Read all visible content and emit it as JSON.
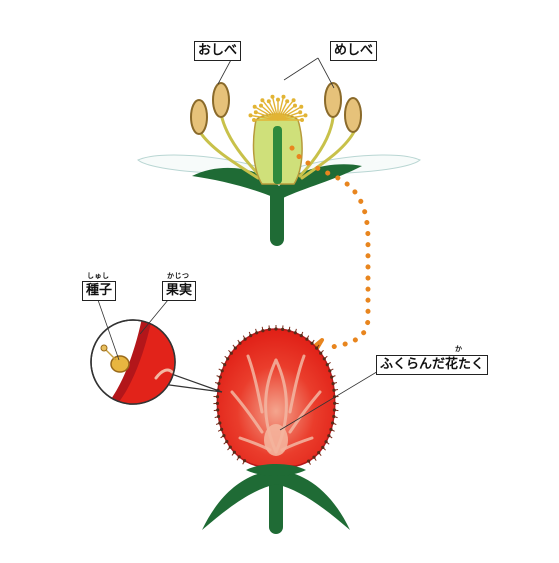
{
  "labels": {
    "pistil": "めしべ",
    "stamen": "おしべ",
    "seed": "種子",
    "seed_ruby": "しゅし",
    "fruit": "果実",
    "fruit_ruby": "かじつ",
    "receptacle": "ふくらんだ花たく",
    "receptacle_ruby": "か"
  },
  "colors": {
    "stem": "#1f6b35",
    "strawberry": "#e2231a",
    "arrow": "#e8851e",
    "anther": "#e6c27a",
    "pistil_green": "#cfe07a"
  }
}
